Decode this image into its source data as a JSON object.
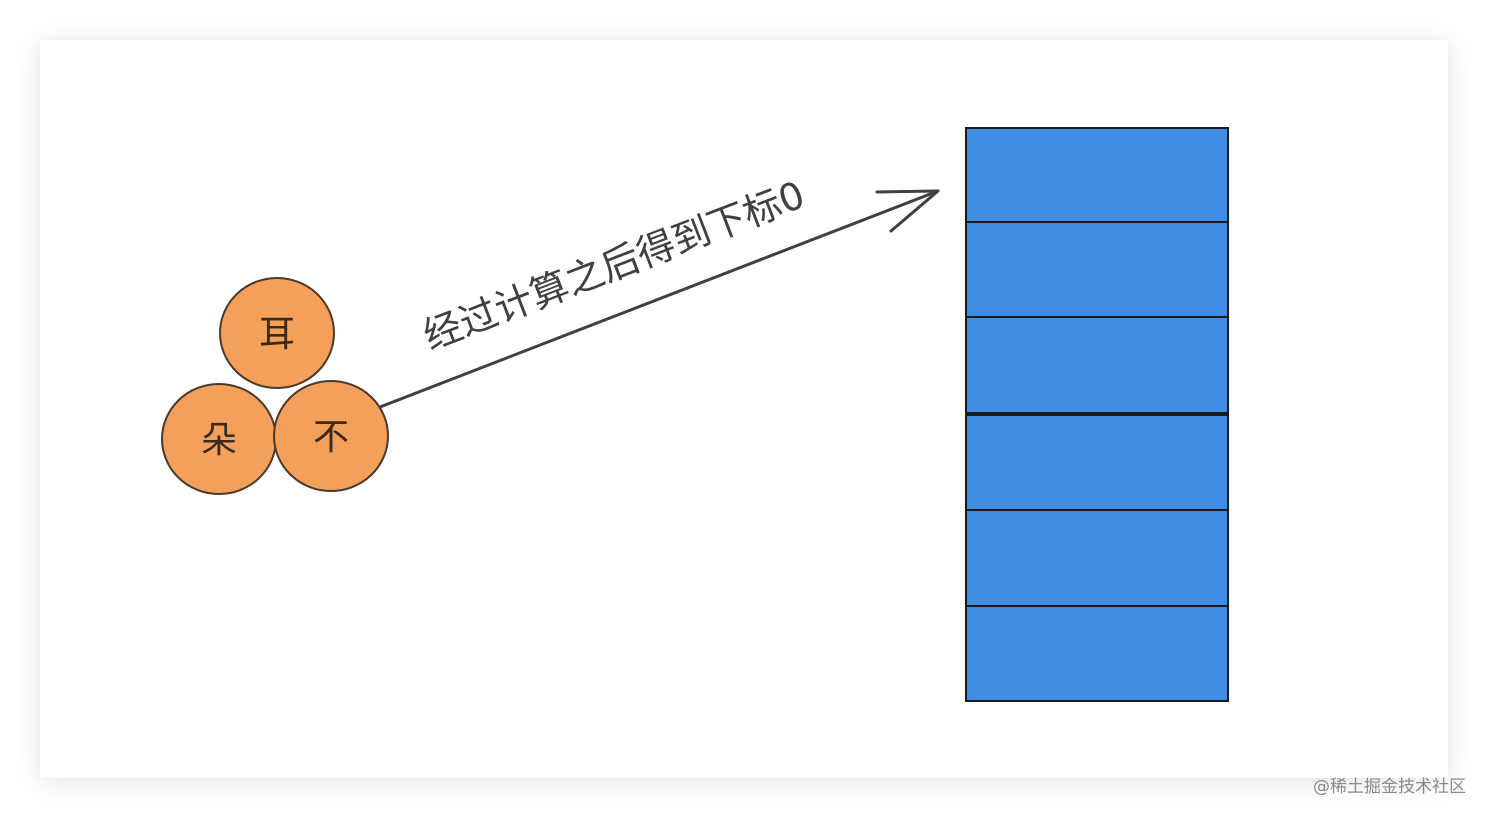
{
  "circles": {
    "top": {
      "label": "耳"
    },
    "left": {
      "label": "朵"
    },
    "right": {
      "label": "不"
    }
  },
  "arrow": {
    "label": "经过计算之后得到下标0"
  },
  "array_slots": [
    "",
    "",
    "",
    "",
    "",
    ""
  ],
  "colors": {
    "circle_fill": "#f4a05a",
    "circle_stroke": "#4a3a2e",
    "slot_fill": "#3f8de3",
    "slot_stroke": "#1a1a1a",
    "arrow": "#404040"
  },
  "watermark": {
    "text": "@稀土掘金技术社区"
  }
}
